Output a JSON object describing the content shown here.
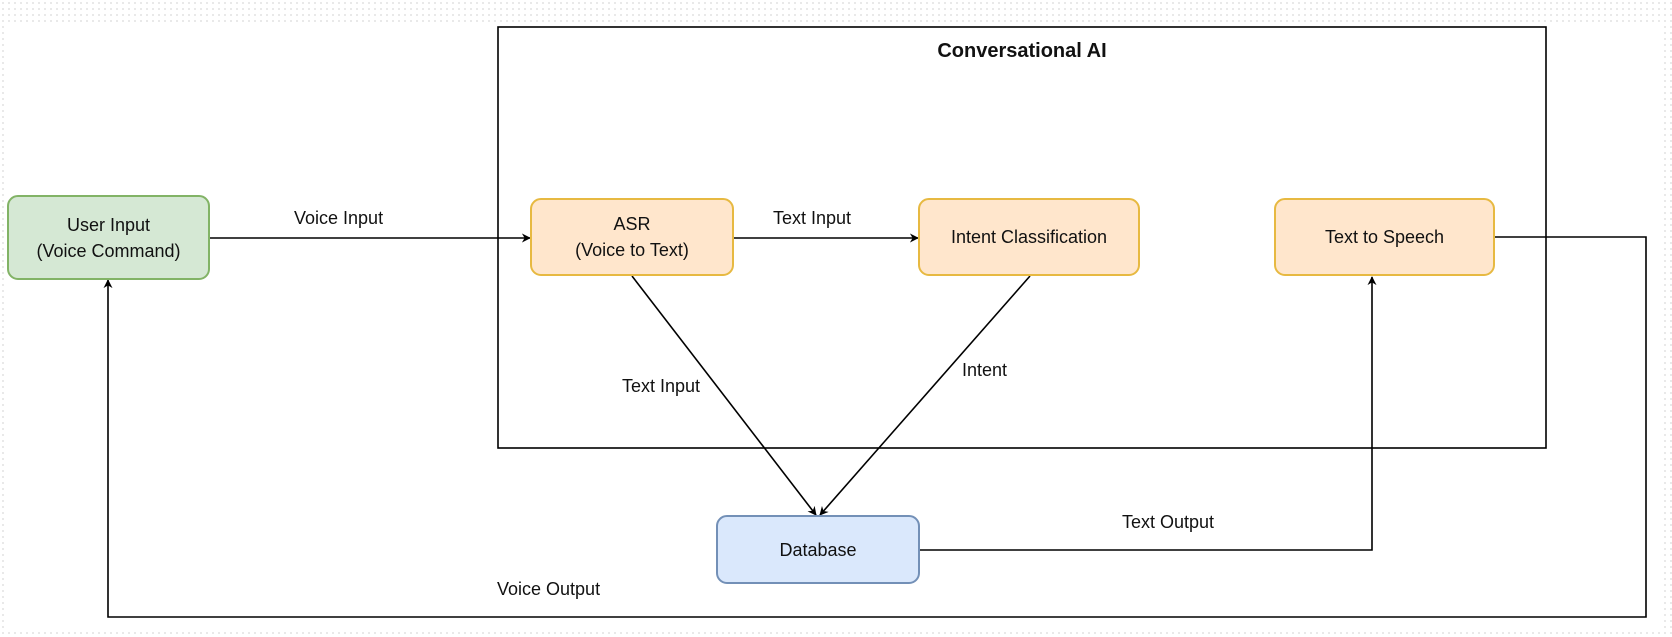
{
  "container": {
    "title": "Conversational AI"
  },
  "nodes": {
    "user_input": {
      "label": "User Input\n(Voice Command)"
    },
    "asr": {
      "label": "ASR\n(Voice to Text)"
    },
    "intent_classification": {
      "label": "Intent Classification"
    },
    "text_to_speech": {
      "label": "Text to Speech"
    },
    "database": {
      "label": "Database"
    }
  },
  "edges": {
    "voice_input": "Voice Input",
    "text_input_asr_to_intent": "Text Input",
    "text_input_asr_to_db": "Text Input",
    "intent": "Intent",
    "text_output": "Text Output",
    "voice_output": "Voice Output"
  },
  "colors": {
    "green_fill": "#d5e8d4",
    "green_stroke": "#82b366",
    "orange_fill": "#ffe6cc",
    "orange_stroke": "#e7b941",
    "blue_fill": "#dae8fc",
    "blue_stroke": "#7390b7",
    "line": "#000000"
  }
}
